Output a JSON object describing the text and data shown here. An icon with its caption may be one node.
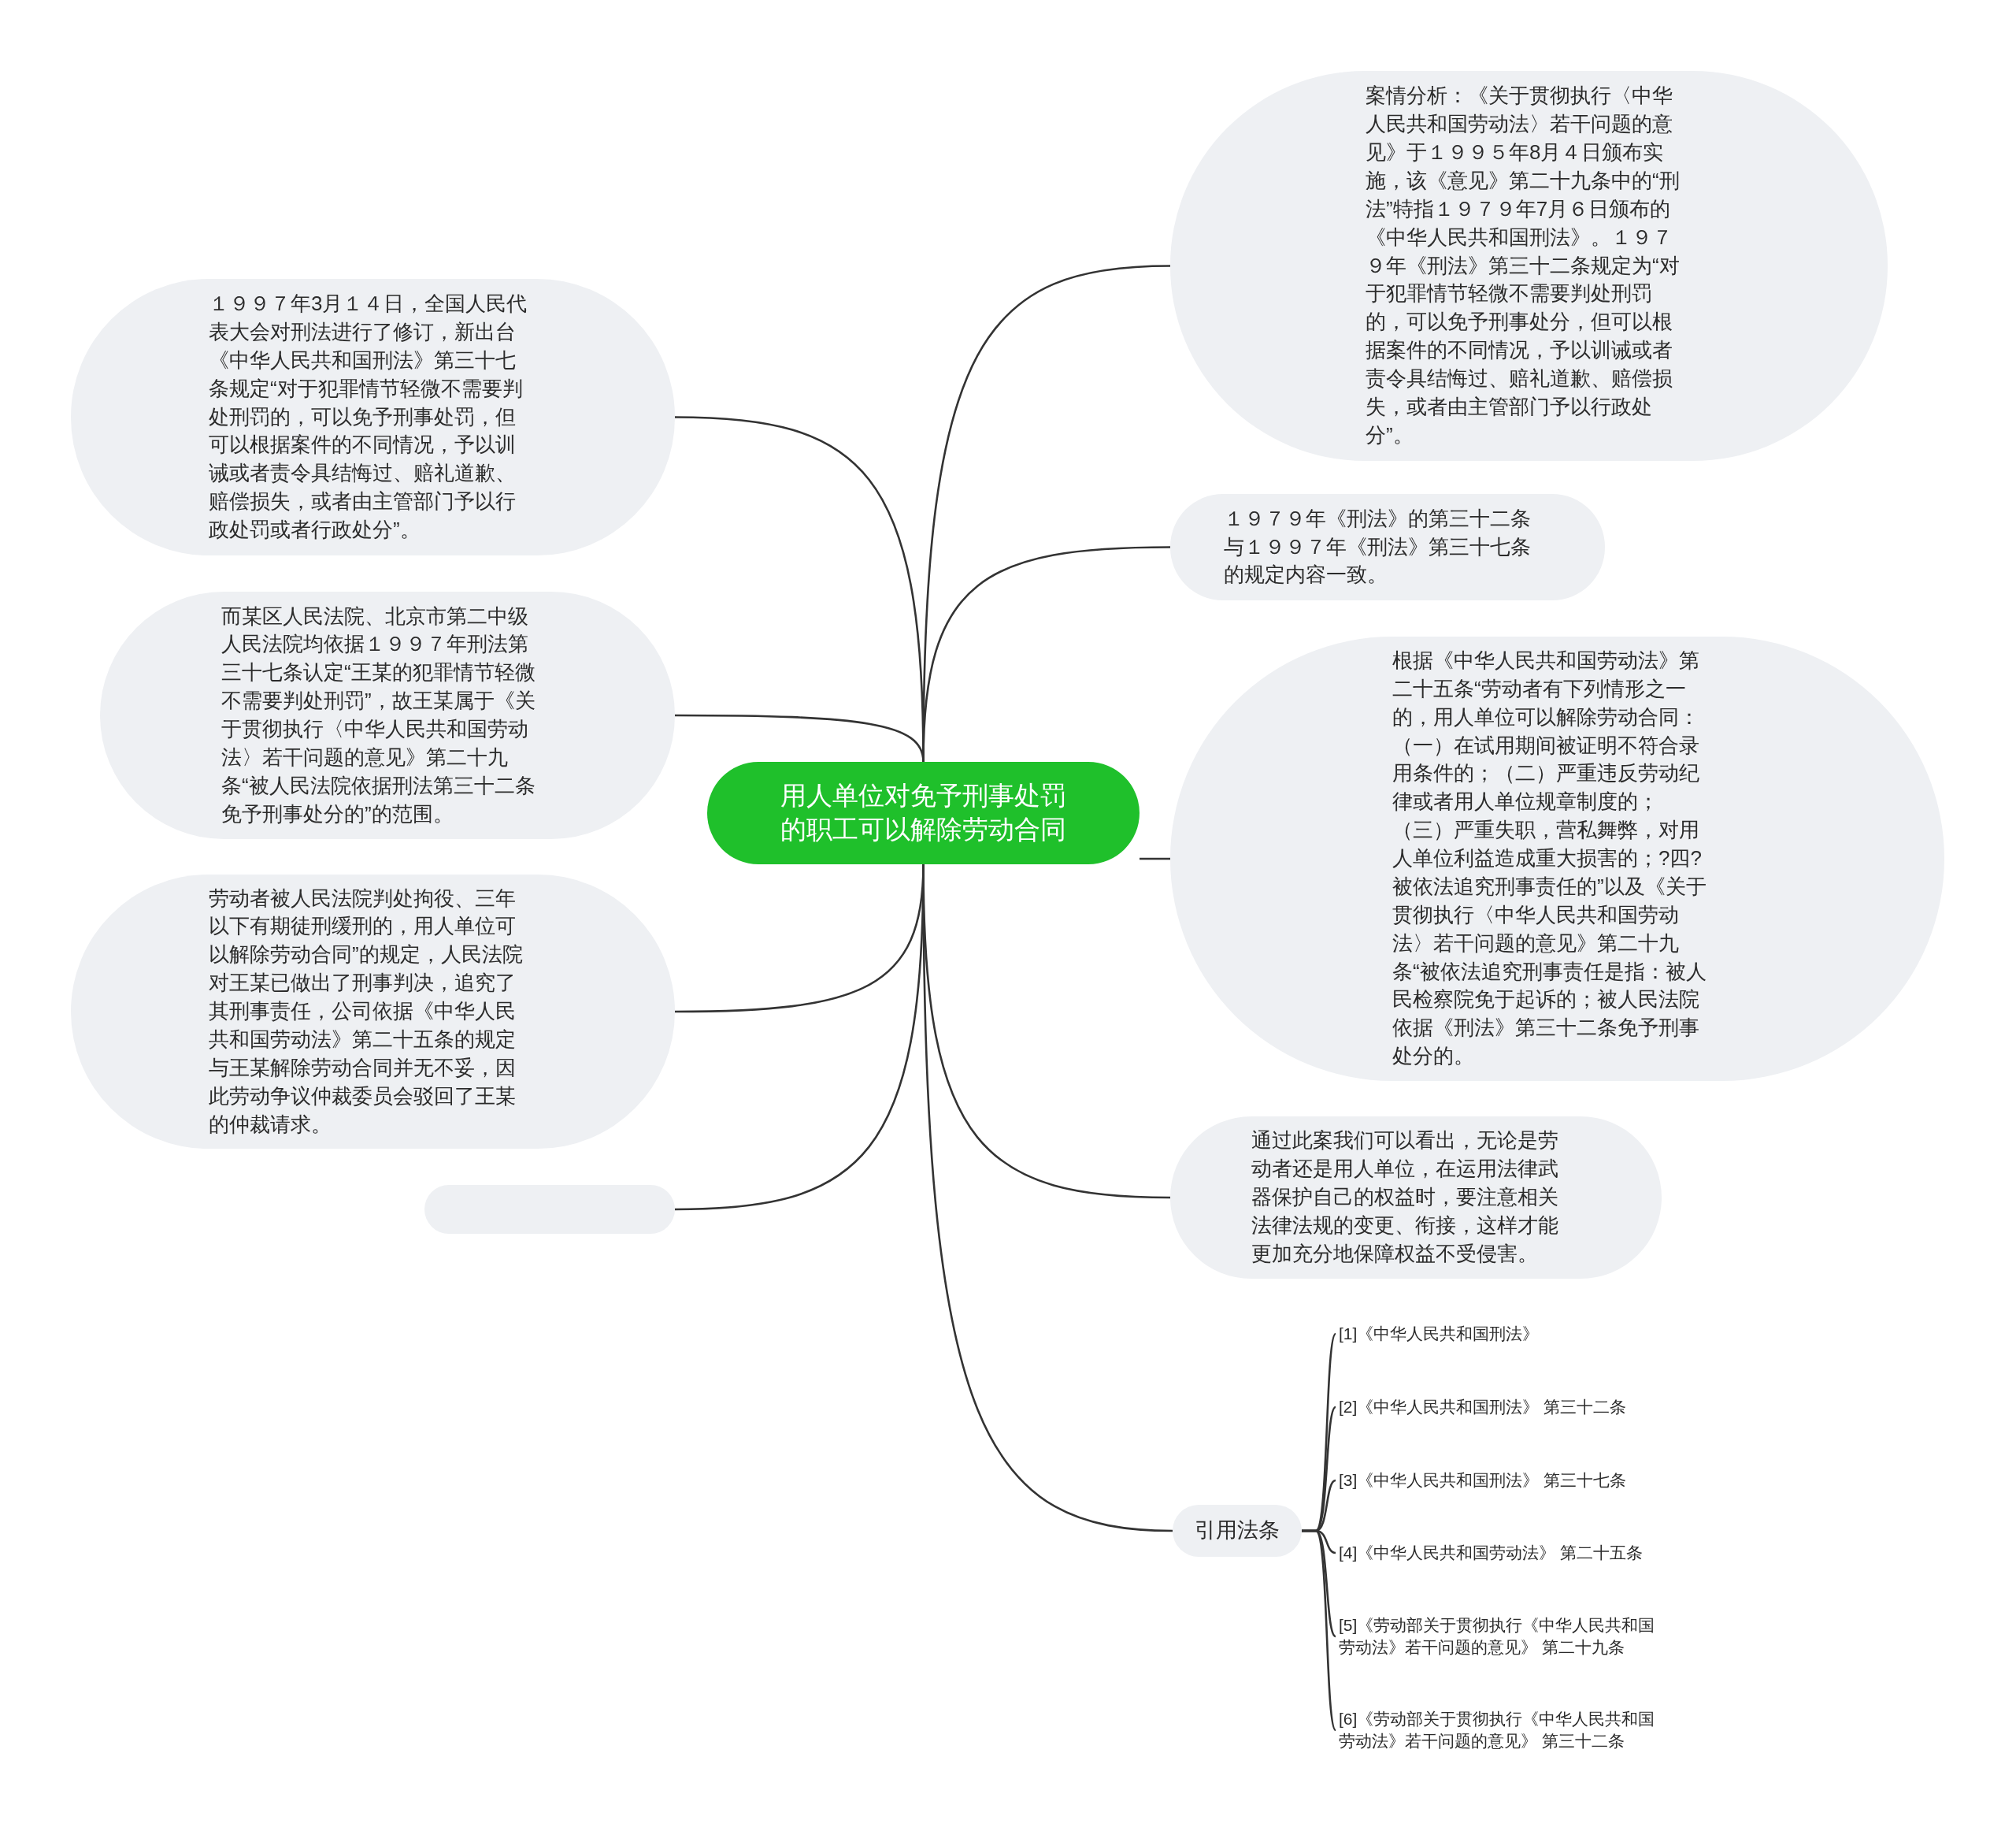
{
  "diagram": {
    "nodes": [
      {
        "text": [
          "用人单位对免予刑事处罚的职工可以解除劳动合同"
        ]
      },
      {
        "text": [
          "１９９７年3月１４日，全国人民代表大会对刑法进行了修订，新出台《中华人民共和国刑法》第三十七条规定“对于犯罪情节轻微不需要判处刑罚的，可以免予刑事处罚，但可以根据案件的不同情况，予以训诫或者责令具结悔过、赔礼道歉、赔偿损失，或者由主管部门予以行政处罚或者行政处分”。"
        ]
      },
      {
        "text": [
          "而某区人民法院、北京市第二中级人民法院均依据１９９７年刑法第三十七条认定“王某的犯罪情节轻微不需要判处刑罚”，故王某属于《关于贯彻执行〈中华人民共和国劳动法〉若干问题的意见》第二十九条“被人民法院依据刑法第三十二条免予刑事处分的”的范围。"
        ]
      },
      {
        "text": [
          "劳动者被人民法院判处拘役、三年以下有期徒刑缓刑的，用人单位可以解除劳动合同”的规定，人民法院对王某已做出了刑事判决，追究了其刑事责任，公司依据《中华人民共和国劳动法》第二十五条的规定与王某解除劳动合同并无不妥，因此劳动争议仲裁委员会驳回了王某的仲裁请求。"
        ]
      },
      {
        "text": [],
        "shape": "box"
      },
      {
        "text": [
          "案情分析：《关于贯彻执行〈中华人民共和国劳动法〉若干问题的意见》于１９９５年8月４日颁布实施，该《意见》第二十九条中的“刑法”特指１９７９年7月６日颁布的《中华人民共和国刑法》。１９７９年《刑法》第三十二条规定为“对于犯罪情节轻微不需要判处刑罚的，可以免予刑事处分，但可以根据案件的不同情况，予以训诫或者责令具结悔过、赔礼道歉、赔偿损失，或者由主管部门予以行政处分”。"
        ]
      },
      {
        "text": [
          "１９７９年《刑法》的第三十二条与１９９７年《刑法》第三十七条的规定内容一致。"
        ]
      },
      {
        "text": [
          "根据《中华人民共和国劳动法》第二十五条“劳动者有下列情形之一的，用人单位可以解除劳动合同：（一）在试用期间被证明不符合录用条件的；（二）严重违反劳动纪律或者用人单位规章制度的；（三）严重失职，营私舞弊，对用人单位利益造成重大损害的；?四?被依法追究刑事责任的”以及《关于贯彻执行〈中华人民共和国劳动法〉若干问题的意见》第二十九条“被依法追究刑事责任是指：被人民检察院免于起诉的；被人民法院依据《刑法》第三十二条免予刑事处分的。"
        ]
      },
      {
        "text": [
          "通过此案我们可以看出，无论是劳动者还是用人单位，在运用法律武器保护自己的权益时，要注意相关法律法规的变更、衔接，这样才能更加充分地保障权益不受侵害。"
        ]
      },
      {
        "text": [
          "引用法条"
        ]
      },
      {
        "text": [
          "[1]《中华人民共和国刑法》"
        ]
      },
      {
        "text": [
          "[2]《中华人民共和国刑法》 第三十二条"
        ]
      },
      {
        "text": [
          "[3]《中华人民共和国刑法》 第三十七条"
        ]
      },
      {
        "text": [
          "[4]《中华人民共和国劳动法》 第二十五条"
        ]
      },
      {
        "text": [
          "[5]《劳动部关于贯彻执行《中华人民共和国劳动法》若干问题的意见》 第二十九条"
        ]
      },
      {
        "text": [
          "[6]《劳动部关于贯彻执行《中华人民共和国劳动法》若干问题的意见》 第三十二条"
        ]
      }
    ],
    "edges": [
      {
        "from": 0,
        "to": 1,
        "arrow": "none"
      },
      {
        "from": 0,
        "to": 2,
        "arrow": "none"
      },
      {
        "from": 0,
        "to": 3,
        "arrow": "none"
      },
      {
        "from": 0,
        "to": 4,
        "arrow": "none"
      },
      {
        "from": 0,
        "to": 5,
        "arrow": "none"
      },
      {
        "from": 0,
        "to": 6,
        "arrow": "none"
      },
      {
        "from": 0,
        "to": 7,
        "arrow": "none"
      },
      {
        "from": 0,
        "to": 8,
        "arrow": "none"
      },
      {
        "from": 0,
        "to": 9,
        "arrow": "none"
      },
      {
        "from": 9,
        "to": 10,
        "arrow": "none"
      },
      {
        "from": 9,
        "to": 11,
        "arrow": "none"
      },
      {
        "from": 9,
        "to": 12,
        "arrow": "none"
      },
      {
        "from": 9,
        "to": 13,
        "arrow": "none"
      },
      {
        "from": 9,
        "to": 14,
        "arrow": "none"
      },
      {
        "from": 9,
        "to": 15,
        "arrow": "none"
      }
    ]
  }
}
